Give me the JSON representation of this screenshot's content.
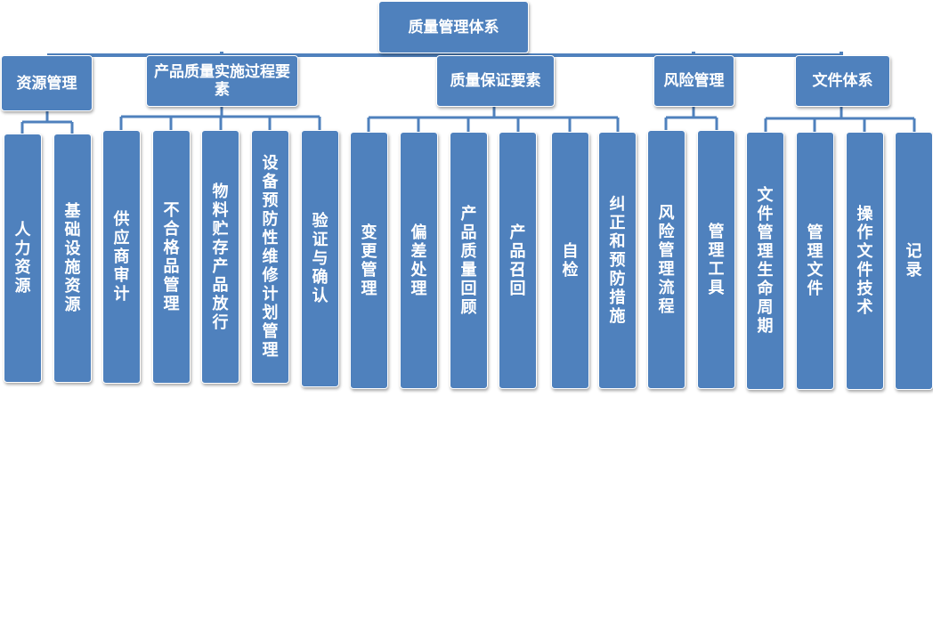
{
  "root": "质量管理体系",
  "groups": [
    {
      "label": "资源管理",
      "children": [
        "人力资源",
        "基础设施资源"
      ]
    },
    {
      "label": "产品质量实施过程要素",
      "children": [
        "供应商审计",
        "不合格品管理",
        "物料贮存产品放行",
        "设备预防性维修计划管理",
        "验证与确认"
      ]
    },
    {
      "label": "质量保证要素",
      "children": [
        "变更管理",
        "偏差处理",
        "产品质量回顾",
        "产品召回",
        "自检",
        "纠正和预防措施"
      ]
    },
    {
      "label": "风险管理",
      "children": [
        "风险管理流程",
        "管理工具"
      ]
    },
    {
      "label": "文件体系",
      "children": [
        "文件管理生命周期",
        "管理文件",
        "操作文件技术",
        "记录"
      ]
    }
  ],
  "colors": {
    "box": "#4f81bd",
    "connector": "#4f81bd"
  }
}
